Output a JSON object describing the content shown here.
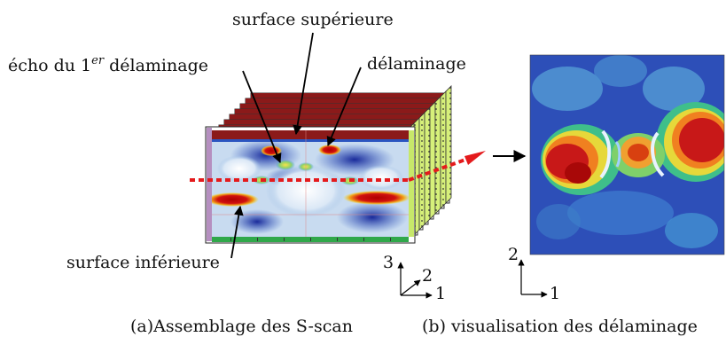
{
  "annotations": {
    "top_surface": "surface supérieure",
    "first_echo_main": "écho du 1",
    "first_echo_sup": "er",
    "first_echo_tail": " délaminage",
    "delamination": "délaminage",
    "bottom_surface": "surface inférieure"
  },
  "axes_left": {
    "vertical": "3",
    "diagonal": "2",
    "horizontal": "1"
  },
  "axes_right": {
    "vertical": "2",
    "horizontal": "1"
  },
  "captions": {
    "a": "(a)Assemblage des S-scan",
    "b": "(b) visualisation des délaminage"
  },
  "colors": {
    "dashed_section_line": "#e41a1c",
    "top_band": "#8b1a1a",
    "heatmap_blue": "#1f3fa8",
    "side_panel": "#d6f07a"
  }
}
